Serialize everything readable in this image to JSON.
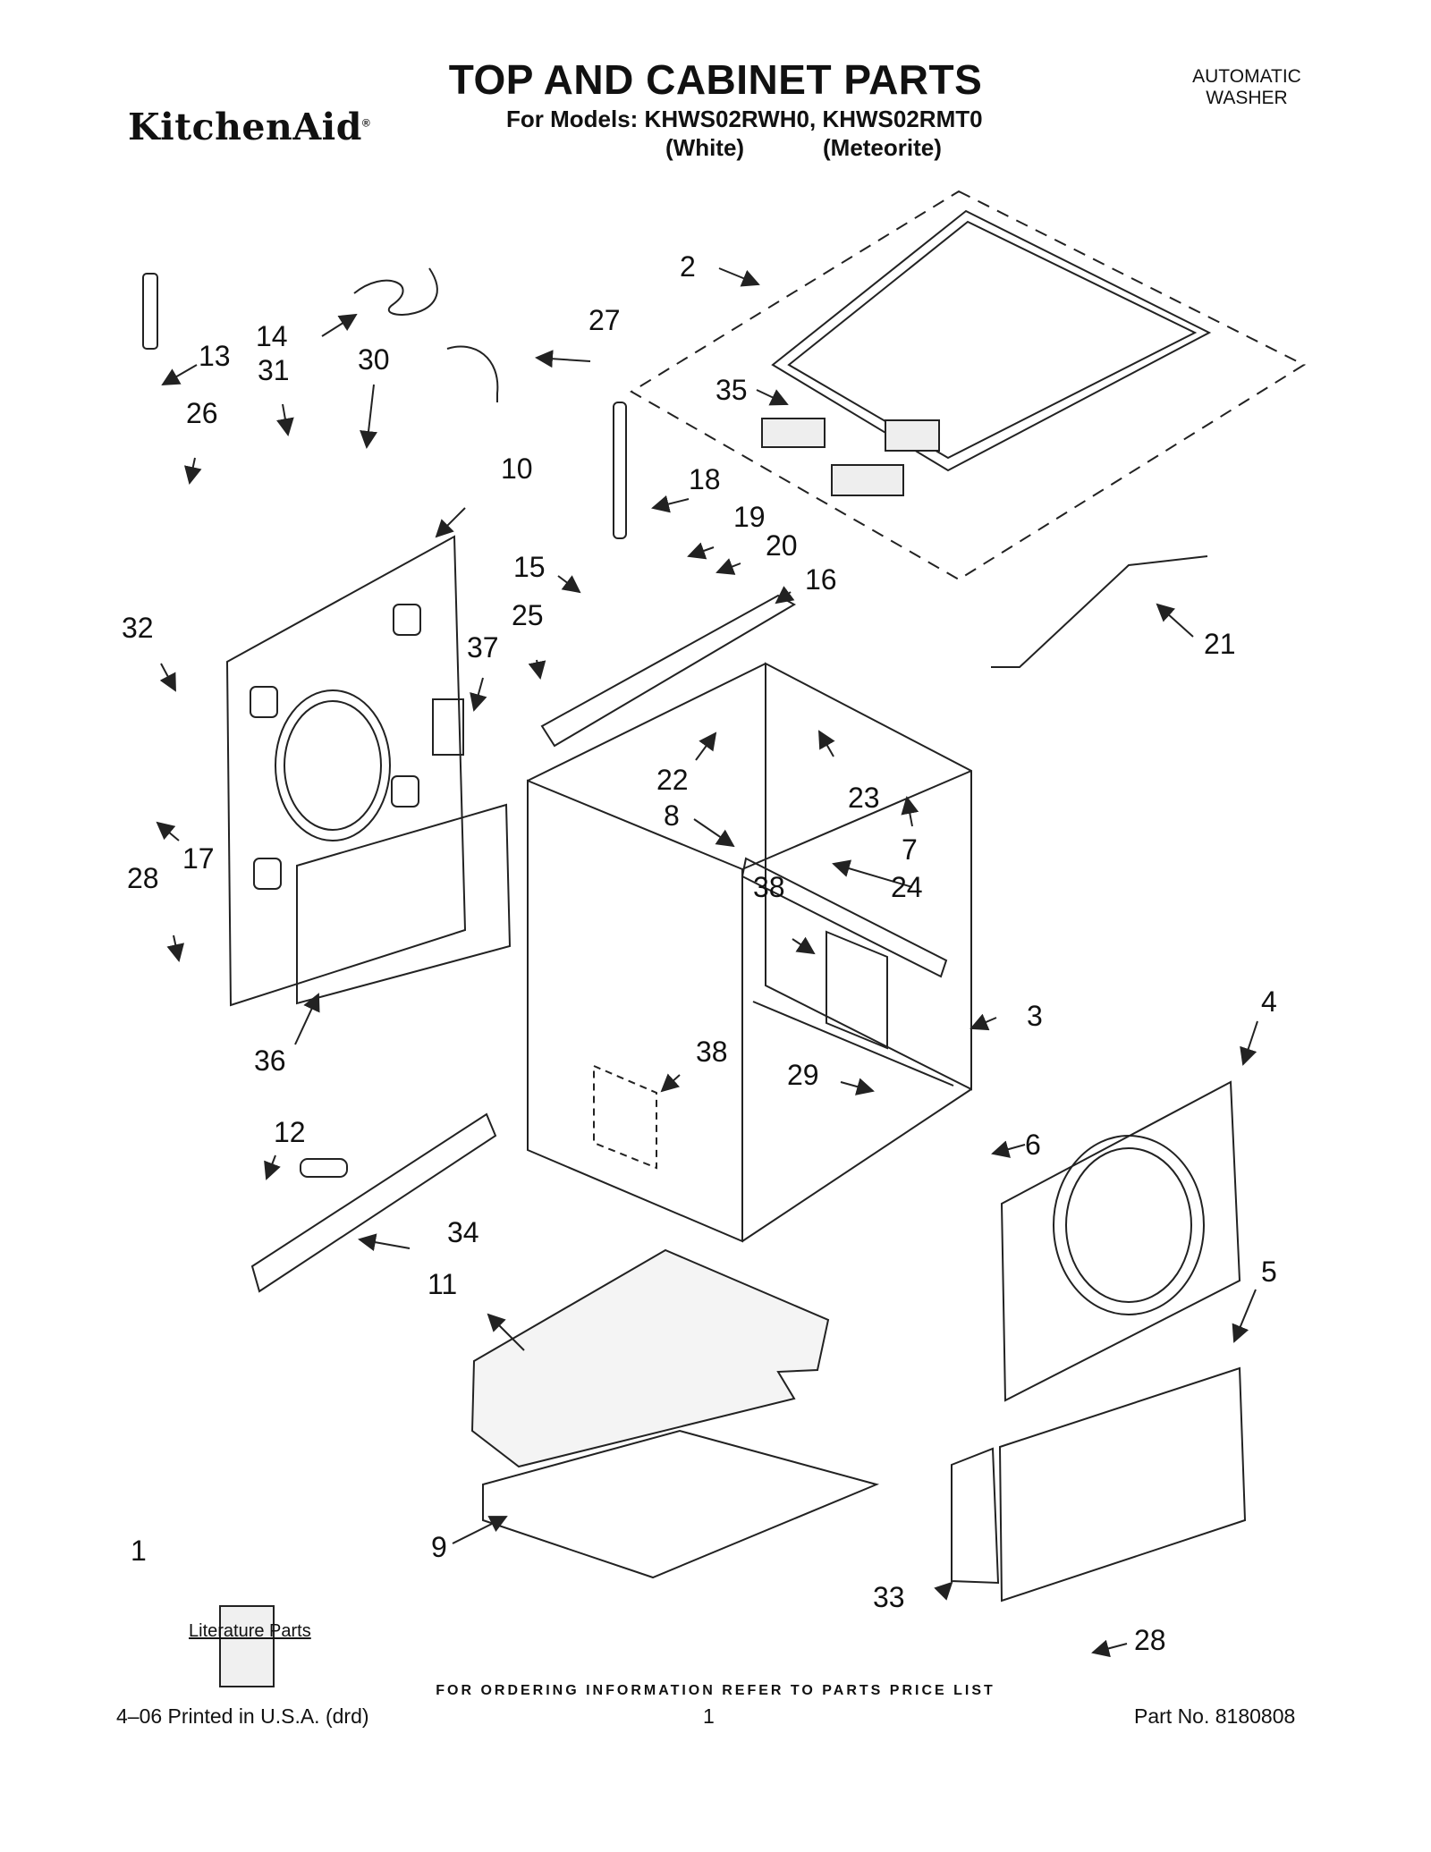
{
  "header": {
    "title": "TOP AND CABINET PARTS",
    "brand": "KitchenAid",
    "brand_mark": "®",
    "models_line": "For Models: KHWS02RWH0, KHWS02RMT0",
    "color_white": "(White)",
    "color_meteorite": "(Meteorite)",
    "product_line1": "AUTOMATIC",
    "product_line2": "WASHER"
  },
  "diagram": {
    "callouts": [
      "1",
      "2",
      "3",
      "4",
      "5",
      "6",
      "7",
      "8",
      "9",
      "10",
      "11",
      "12",
      "13",
      "14",
      "15",
      "16",
      "17",
      "18",
      "19",
      "20",
      "21",
      "22",
      "23",
      "24",
      "25",
      "26",
      "27",
      "28",
      "28",
      "29",
      "30",
      "31",
      "32",
      "33",
      "34",
      "35",
      "36",
      "37",
      "38",
      "38"
    ],
    "literature_label": "Literature Parts"
  },
  "footer": {
    "ordering_note": "FOR ORDERING INFORMATION REFER TO PARTS PRICE LIST",
    "printed": "4–06 Printed in U.S.A. (drd)",
    "page_number": "1",
    "part_number": "Part No. 8180808"
  }
}
